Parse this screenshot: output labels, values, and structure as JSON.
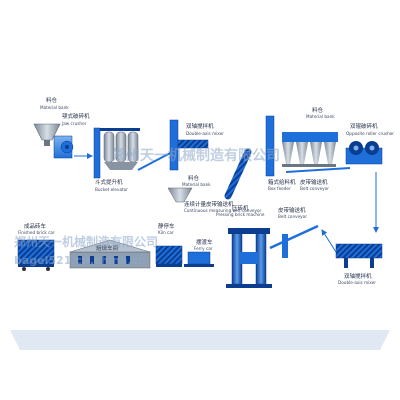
{
  "labels": {
    "material_bin_1": {
      "cn": "料仓",
      "en": "Material bank"
    },
    "jaw_crusher": {
      "cn": "颚式破碎机",
      "en": "Jaw crusher"
    },
    "bucket_elevator": {
      "cn": "斗式提升机",
      "en": "Bucket elevator"
    },
    "double_mixer": {
      "cn": "双轴搅拌机",
      "en": "Double-axis mixer"
    },
    "material_bin_2": {
      "cn": "料仓",
      "en": "Material bank"
    },
    "continuous_belt": {
      "cn": "连续计量皮带输送机",
      "en": "Continuous measuring belt conveyor"
    },
    "material_bin_3": {
      "cn": "料仓",
      "en": "Material bank"
    },
    "box_feeder": {
      "cn": "箱式给料机",
      "en": "Box feeder"
    },
    "belt_conveyor_1": {
      "cn": "皮带输送机",
      "en": "Belt conveyor"
    },
    "roller_crusher": {
      "cn": "双辊破碎机",
      "en": "Opposite roller crusher"
    },
    "finished_brick": {
      "cn": "成品砖车",
      "en": "Finished brick car"
    },
    "kiln": {
      "cn": "焙烧车间",
      "en": ""
    },
    "drying": {
      "cn": "静停车",
      "en": "Kiln car"
    },
    "ferry_car": {
      "cn": "摆渡车",
      "en": "Ferry car"
    },
    "brick_machine": {
      "cn": "压砖机",
      "en": "Pressing brick machine"
    },
    "belt_conveyor_2": {
      "cn": "皮带输送机",
      "en": "Belt conveyor"
    },
    "double_mixer_2": {
      "cn": "双轴搅拌机",
      "en": "Double-axis mixer"
    }
  },
  "watermarks": {
    "line1": "郑州天一机械制造有限公司",
    "line2": "bagel521.cn.china.cn"
  },
  "colors": {
    "primary": "#1e6fd9",
    "dark": "#0b3d91",
    "light": "#7fb3ec",
    "steel": "#a9b4c2",
    "gray": "#6c7682"
  }
}
